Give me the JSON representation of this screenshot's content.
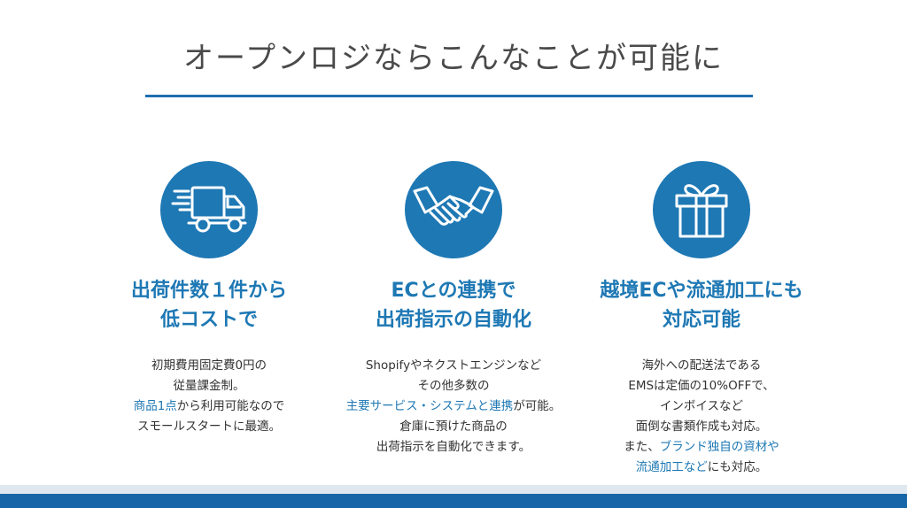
{
  "title": "オープンロジならこんなことが可能に",
  "colors": {
    "accent": "#1e78b4",
    "band": "#1666a8"
  },
  "features": [
    {
      "icon": "truck-icon",
      "heading": [
        "出荷件数１件から",
        "低コストで"
      ],
      "desc": [
        {
          "parts": [
            {
              "t": "初期費用固定費0円の",
              "hl": false
            }
          ]
        },
        {
          "parts": [
            {
              "t": "従量課金制。",
              "hl": false
            }
          ]
        },
        {
          "parts": [
            {
              "t": "商品1点",
              "hl": true
            },
            {
              "t": "から利用可能なので",
              "hl": false
            }
          ]
        },
        {
          "parts": [
            {
              "t": "スモールスタートに最適。",
              "hl": false
            }
          ]
        }
      ]
    },
    {
      "icon": "handshake-icon",
      "heading": [
        "ECとの連携で",
        "出荷指示の自動化"
      ],
      "desc": [
        {
          "parts": [
            {
              "t": "Shopifyやネクストエンジンなど",
              "hl": false
            }
          ]
        },
        {
          "parts": [
            {
              "t": "その他多数の",
              "hl": false
            }
          ]
        },
        {
          "parts": [
            {
              "t": "主要サービス・システムと連携",
              "hl": true
            },
            {
              "t": "が可能。",
              "hl": false
            }
          ]
        },
        {
          "parts": [
            {
              "t": "倉庫に預けた商品の",
              "hl": false
            }
          ]
        },
        {
          "parts": [
            {
              "t": "出荷指示を自動化できます。",
              "hl": false
            }
          ]
        }
      ]
    },
    {
      "icon": "gift-icon",
      "heading": [
        "越境ECや流通加工にも",
        "対応可能"
      ],
      "desc": [
        {
          "parts": [
            {
              "t": "海外への配送法である",
              "hl": false
            }
          ]
        },
        {
          "parts": [
            {
              "t": "EMSは定価の10%OFFで、",
              "hl": false
            }
          ]
        },
        {
          "parts": [
            {
              "t": "インボイスなど",
              "hl": false
            }
          ]
        },
        {
          "parts": [
            {
              "t": "面倒な書類作成も対応。",
              "hl": false
            }
          ]
        },
        {
          "parts": [
            {
              "t": "また、",
              "hl": false
            },
            {
              "t": "ブランド独自の資材や",
              "hl": true
            }
          ]
        },
        {
          "parts": [
            {
              "t": "流通加工など",
              "hl": true
            },
            {
              "t": "にも対応。",
              "hl": false
            }
          ]
        }
      ]
    }
  ]
}
